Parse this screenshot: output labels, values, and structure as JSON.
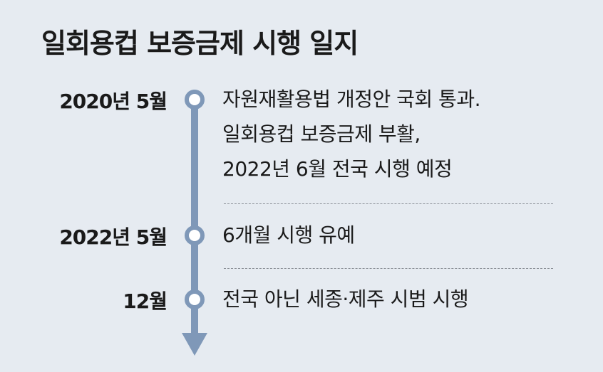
{
  "title": "일회용컵 보증금제 시행 일지",
  "events": [
    {
      "date": "2020년 5월",
      "lines": [
        "자원재활용법 개정안 국회 통과.",
        "일회용컵 보증금제 부활,",
        "2022년 6월 전국 시행 예정"
      ]
    },
    {
      "date": "2022년 5월",
      "lines": [
        "6개월 시행 유예"
      ]
    },
    {
      "date": "12월",
      "lines": [
        "전국 아닌 세종·제주 시범 시행"
      ]
    }
  ],
  "colors": {
    "background": "#e6ebf1",
    "timeline": "#7f98b8",
    "text": "#1a1a1a"
  }
}
